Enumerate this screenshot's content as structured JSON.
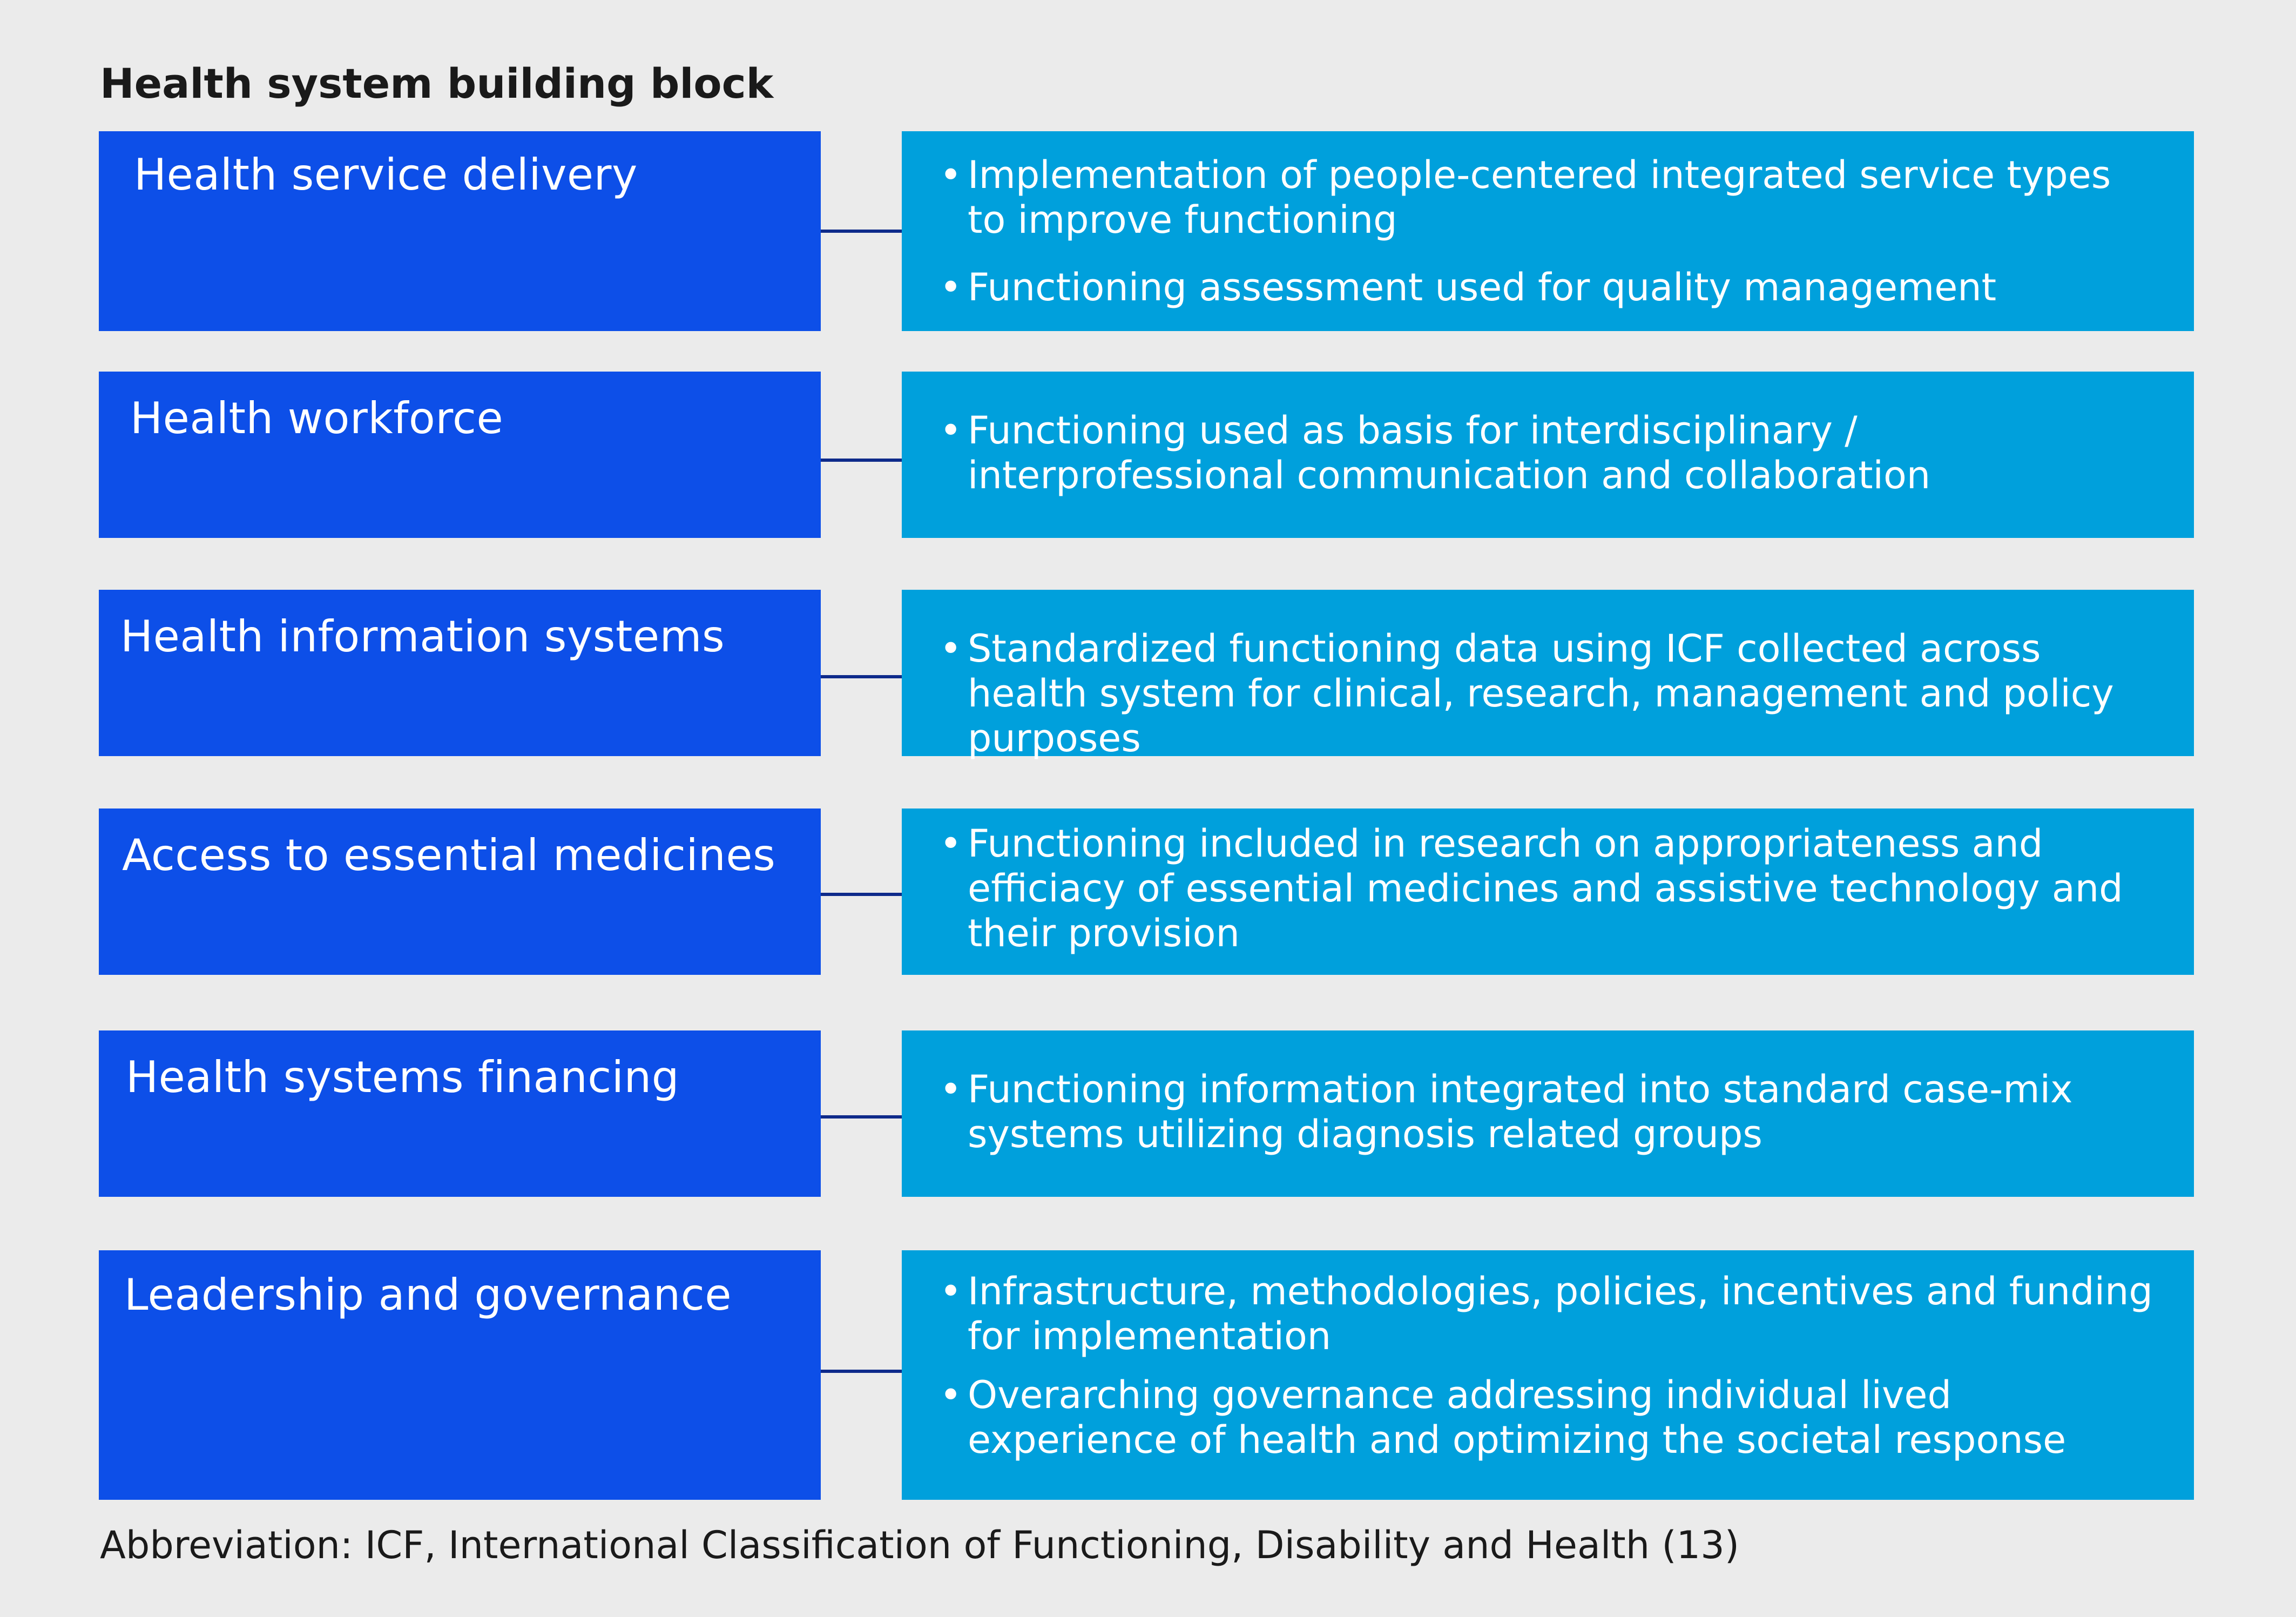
{
  "title": "Health system building block",
  "rows": [
    {
      "block": "Health service delivery",
      "bullets": [
        "Implementation of people-centered integrated service types to improve functioning",
        "Functioning assessment used for quality management"
      ]
    },
    {
      "block": "Health workforce",
      "bullets": [
        "Functioning used as basis for interdisciplinary / interprofessional communication and collaboration"
      ]
    },
    {
      "block": "Health information systems",
      "bullets": [
        "Standardized functioning data using ICF collected across health system for clinical, research, management and policy purposes"
      ]
    },
    {
      "block": "Access to essential medicines",
      "bullets": [
        "Functioning included in research on appropriateness and efficiacy of essential medicines and assistive technology and their provision"
      ]
    },
    {
      "block": "Health systems financing",
      "bullets": [
        "Functioning information integrated into standard case-mix systems utilizing diagnosis related groups"
      ]
    },
    {
      "block": "Leadership and governance",
      "bullets": [
        "Infrastructure, methodologies, policies, incentives and funding for implementation",
        "Overarching governance addressing individual lived experience of health and optimizing the societal response"
      ]
    }
  ],
  "bullet_symbol": "•",
  "footnote": "Abbreviation: ICF,  International Classification of Functioning, Disability and Health (13)",
  "colors": {
    "background": "#ebebeb",
    "block": "#0d4fe8",
    "detail": "#00a0dc",
    "connector": "#0e2a8a",
    "text_dark": "#1a1a1a",
    "text_light": "#ffffff"
  }
}
